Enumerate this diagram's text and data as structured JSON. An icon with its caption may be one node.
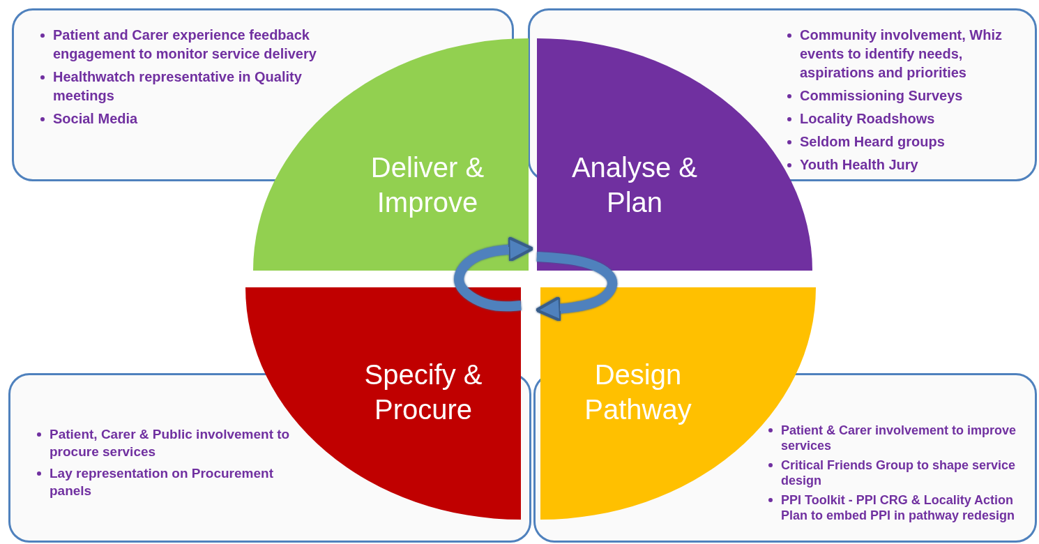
{
  "diagram": {
    "nodes": [
      {
        "text": [
          "Patient and Carer experience feedback engagement to monitor service delivery",
          "Healthwatch representative in Quality meetings",
          "Social Media"
        ]
      },
      {
        "text": [
          "Community involvement, Whiz events to identify needs, aspirations and priorities",
          "Commissioning Surveys",
          "Locality Roadshows",
          "Seldom Heard groups",
          "Youth Health Jury"
        ]
      },
      {
        "text": [
          "Deliver & Improve"
        ]
      },
      {
        "text": [
          "Analyse & Plan"
        ]
      },
      {
        "text": [
          "Specify & Procure"
        ]
      },
      {
        "text": [
          "Design Pathway"
        ]
      },
      {
        "text": [
          "Patient, Carer & Public involvement to procure services",
          "Lay representation on Procurement panels"
        ]
      },
      {
        "text": [
          "Patient & Carer involvement to improve services",
          "Critical Friends Group to shape service design",
          "PPI Toolkit - PPI CRG & Locality Action Plan to embed PPI in pathway redesign"
        ]
      }
    ],
    "edges": [
      {
        "from": 4,
        "to": 2,
        "arrow": "to"
      },
      {
        "from": 3,
        "to": 5,
        "arrow": "to"
      }
    ]
  }
}
